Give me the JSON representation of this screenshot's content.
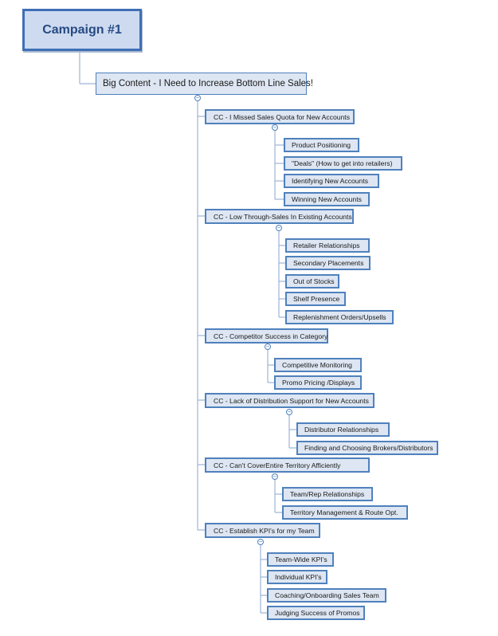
{
  "root": {
    "label": "Campaign #1"
  },
  "big": {
    "label": "Big Content - I Need to Increase Bottom Line Sales!"
  },
  "branches": [
    {
      "label": "CC - I Missed Sales Quota for New Accounts",
      "children": [
        "Product Positioning",
        "\"Deals\" (How to get into retailers)",
        "Identifying New Accounts",
        "Winning New Accounts"
      ]
    },
    {
      "label": "CC - Low Through-Sales In Existing Accounts",
      "children": [
        "Retailer Relationships",
        "Secondary Placements",
        "Out of Stocks",
        "Shelf Presence",
        "Replenishment Orders/Upsells"
      ]
    },
    {
      "label": "CC - Competitor Success in Category",
      "children": [
        "Competitive Monitoring",
        "Promo Pricing /Displays"
      ]
    },
    {
      "label": "CC - Lack of Distribution Support for New Accounts",
      "children": [
        "Distributor Relationships",
        "Finding and Choosing Brokers/Distributors"
      ]
    },
    {
      "label": "CC - Can't CoverEntire Territory Afficiently",
      "children": [
        "Team/Rep Relationships",
        "Territory Management & Route Opt."
      ]
    },
    {
      "label": "CC - Establish KPI's for my Team",
      "children": [
        "Team-Wide KPI's",
        "Individual KPI's",
        "Coaching/Onboarding Sales Team",
        "Judging Success of Promos"
      ]
    }
  ],
  "collapse_symbol": "−",
  "colors": {
    "border": "#4f81bd",
    "fill": "#dde6f2",
    "connector": "#9db3d6"
  }
}
